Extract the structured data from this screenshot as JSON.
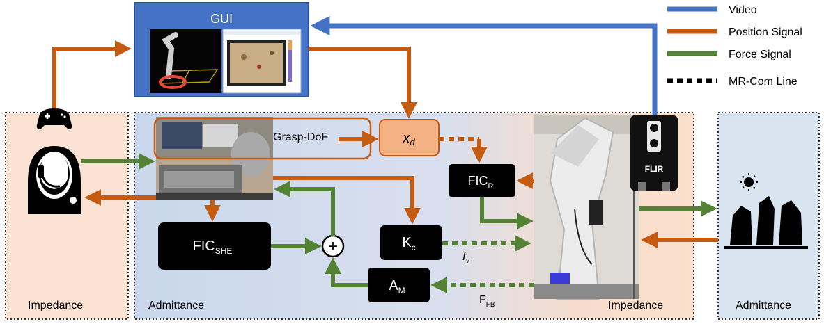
{
  "legend": {
    "items": [
      {
        "label": "Video",
        "color": "#4472c4"
      },
      {
        "label": "Position Signal",
        "color": "#c55a11"
      },
      {
        "label": "Force Signal",
        "color": "#548235"
      },
      {
        "label": "MR-Com Line",
        "color": "#000000"
      }
    ]
  },
  "gui": {
    "title": "GUI"
  },
  "blocks": {
    "grasp_dof": "Grasp-DoF",
    "xd_main": "x",
    "xd_sub": "d",
    "fic_r_main": "FIC",
    "fic_r_sub": "R",
    "fic_she_main": "FIC",
    "fic_she_sub": "SHE",
    "kc_main": "K",
    "kc_sub": "c",
    "am_main": "A",
    "am_sub": "M",
    "sum_symbol": "+"
  },
  "signals": {
    "fv_main": "f",
    "fv_sub": "v",
    "ffb_main": "F",
    "ffb_sub": "FB"
  },
  "regions": {
    "operator": "Impedance",
    "master": "Admittance",
    "robot": "Impedance",
    "environment": "Admittance"
  },
  "camera": {
    "brand": "FLIR"
  },
  "colors": {
    "video": "#4472c4",
    "position": "#c55a11",
    "force": "#548235",
    "block": "#000000",
    "xd_fill": "#f4b183"
  }
}
